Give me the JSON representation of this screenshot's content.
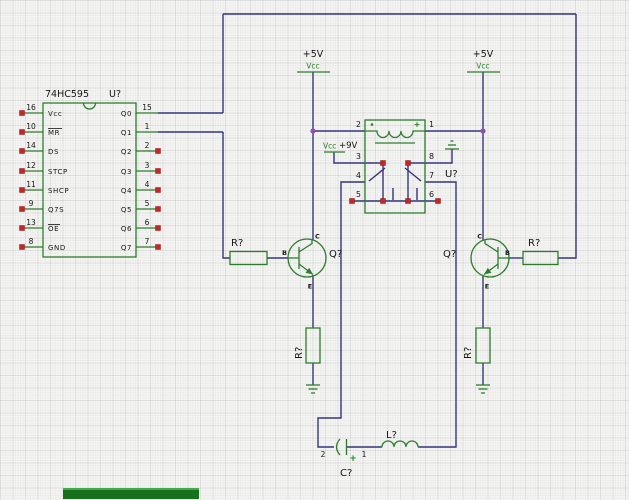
{
  "ic": {
    "title": "74HC595",
    "refdes": "U?",
    "left_pins": [
      {
        "num": "16",
        "name": "Vcc"
      },
      {
        "num": "10",
        "name": "MR"
      },
      {
        "num": "14",
        "name": "DS"
      },
      {
        "num": "12",
        "name": "STCP"
      },
      {
        "num": "11",
        "name": "SHCP"
      },
      {
        "num": "9",
        "name": "Q7S"
      },
      {
        "num": "13",
        "name": "OE"
      },
      {
        "num": "8",
        "name": "GND"
      }
    ],
    "right_pins": [
      {
        "num": "15",
        "name": "Q0"
      },
      {
        "num": "1",
        "name": "Q1"
      },
      {
        "num": "2",
        "name": "Q2"
      },
      {
        "num": "3",
        "name": "Q3"
      },
      {
        "num": "4",
        "name": "Q4"
      },
      {
        "num": "5",
        "name": "Q5"
      },
      {
        "num": "6",
        "name": "Q6"
      },
      {
        "num": "7",
        "name": "Q7"
      }
    ]
  },
  "power": {
    "left": {
      "voltage": "+5V",
      "net": "Vcc"
    },
    "right": {
      "voltage": "+5V",
      "net": "Vcc"
    },
    "relay": {
      "net": "Vcc",
      "voltage": "+9V"
    }
  },
  "relay": {
    "refdes": "U?",
    "polarity_plus": "+",
    "left_pin_nums": [
      "2",
      "3",
      "4",
      "5"
    ],
    "right_pin_nums": [
      "1",
      "8",
      "7",
      "6"
    ]
  },
  "transistor_left": {
    "refdes": "Q?",
    "b": "B",
    "c": "C",
    "e": "E"
  },
  "transistor_right": {
    "refdes": "Q?",
    "b": "B",
    "c": "C",
    "e": "E"
  },
  "resistor_base_left": {
    "refdes": "R?"
  },
  "resistor_base_right": {
    "refdes": "R?"
  },
  "resistor_emitter_left": {
    "refdes": "R?"
  },
  "resistor_emitter_right": {
    "refdes": "R?"
  },
  "capacitor": {
    "refdes": "C?",
    "pin_pos": "1",
    "pin_neg": "2",
    "plus": "+"
  },
  "inductor": {
    "refdes": "L?"
  },
  "colors": {
    "wire": "#34347e",
    "symbol_green": "#2b7d2b",
    "terminal_red": "#c52727",
    "junction_purple": "#8f4fae",
    "text": "#151515"
  }
}
